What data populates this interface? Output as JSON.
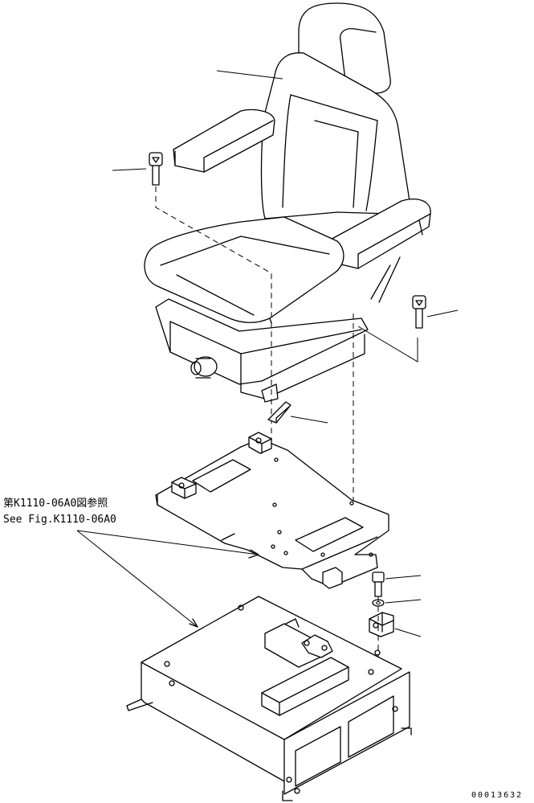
{
  "reference_note": {
    "japanese": "第K1110-06A0図参照",
    "english": "See Fig.K1110-06A0"
  },
  "catalog_number": "00013632",
  "parts": [
    {
      "name": "seat-assembly"
    },
    {
      "name": "cap-screw-left"
    },
    {
      "name": "cap-screw-right"
    },
    {
      "name": "latch-bracket"
    },
    {
      "name": "seat-mount-plate"
    },
    {
      "name": "seat-stand"
    },
    {
      "name": "bolt"
    },
    {
      "name": "washer"
    },
    {
      "name": "stopper-bracket"
    }
  ]
}
